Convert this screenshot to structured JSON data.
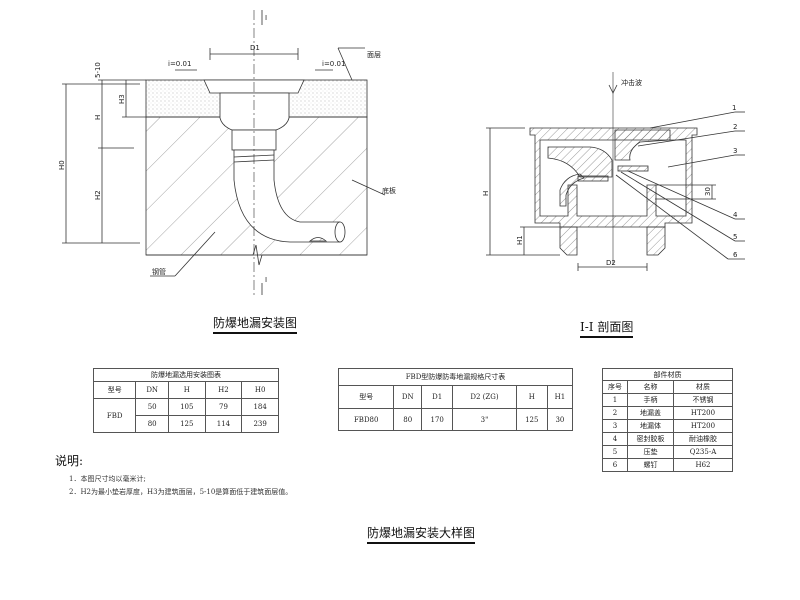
{
  "install_drawing": {
    "title": "防爆地漏安装图",
    "section_mark": "I",
    "d1_label": "D1",
    "slope_left": "i=0.01",
    "slope_right": "i=0.01",
    "surface_label": "面层",
    "slab_label": "底板",
    "pipe_label": "钢管",
    "dim_5_10": "5-10",
    "dim_h3": "H3",
    "dim_h": "H",
    "dim_h0": "H0",
    "dim_h2": "H2"
  },
  "section_drawing": {
    "title": "I-I 剖面图",
    "shock_label": "冲击波",
    "dim_h": "H",
    "dim_h1": "H1",
    "dim_d2": "D2",
    "dim_30": "30",
    "callouts": [
      "1",
      "2",
      "3",
      "4",
      "5",
      "6"
    ]
  },
  "table_selection": {
    "title": "防爆地漏选用安装图表",
    "headers": [
      "型号",
      "DN",
      "H",
      "H2",
      "H0"
    ],
    "model": "FBD",
    "rows": [
      [
        "50",
        "105",
        "79",
        "184"
      ],
      [
        "80",
        "125",
        "114",
        "239"
      ]
    ]
  },
  "table_spec": {
    "title": "FBD型防爆防毒地漏规格尺寸表",
    "headers": [
      "型号",
      "DN",
      "D1",
      "D2 (ZG)",
      "H",
      "H1"
    ],
    "rows": [
      [
        "FBD80",
        "80",
        "170",
        "3\"",
        "125",
        "30"
      ]
    ]
  },
  "table_parts": {
    "title": "部件材质",
    "headers": [
      "序号",
      "名称",
      "材质"
    ],
    "rows": [
      [
        "1",
        "手柄",
        "不锈钢"
      ],
      [
        "2",
        "地漏盖",
        "HT200"
      ],
      [
        "3",
        "地漏体",
        "HT200"
      ],
      [
        "4",
        "密封胶板",
        "耐油橡胶"
      ],
      [
        "5",
        "压垫",
        "Q235-A"
      ],
      [
        "6",
        "螺钉",
        "H62"
      ]
    ]
  },
  "notes": {
    "heading": "说明:",
    "items": [
      "1．本图尺寸均以毫米计;",
      "2．H2为最小垫岩厚度，H3为建筑面层，5-10是算面低于建筑面层值。"
    ]
  },
  "main_title": "防爆地漏安装大样图"
}
